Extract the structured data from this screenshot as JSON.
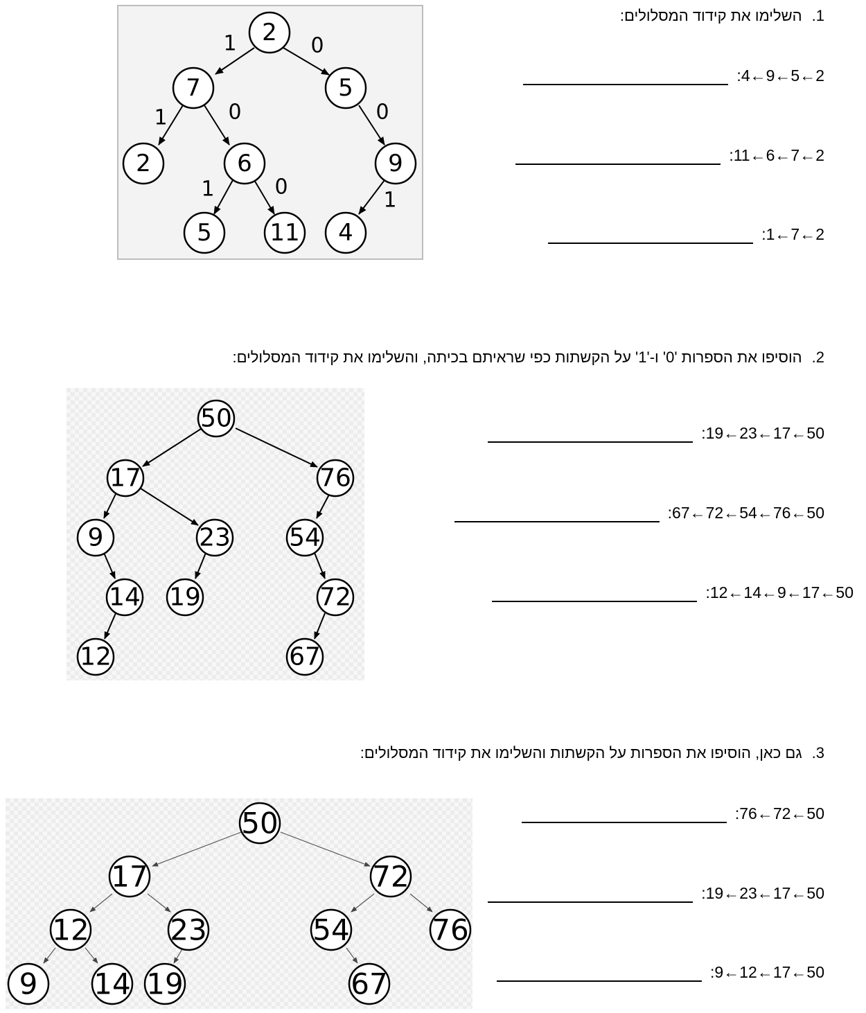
{
  "q1": {
    "number": "1.",
    "title": "השלימו את קידוד המסלולים:",
    "paths": [
      "2←5←9←4:",
      "2←7←6←11:",
      "2←7←1:"
    ],
    "tree": {
      "nodes": [
        "2",
        "7",
        "5",
        "2",
        "6",
        "9",
        "5",
        "11",
        "4"
      ],
      "edge_labels": [
        "1",
        "0",
        "1",
        "0",
        "0",
        "1",
        "0",
        "1"
      ]
    }
  },
  "q2": {
    "number": "2.",
    "title": "הוסיפו את הספרות '0' ו-'1' על הקשתות כפי שראיתם בכיתה, והשלימו את קידוד המסלולים:",
    "paths": [
      "50←17←23←19:",
      "50←76←54←72←67:",
      "50←17←9←14←12:"
    ],
    "tree": {
      "nodes": [
        "50",
        "17",
        "76",
        "9",
        "23",
        "54",
        "14",
        "19",
        "72",
        "12",
        "67"
      ]
    }
  },
  "q3": {
    "number": "3.",
    "title": "גם כאן, הוסיפו את הספרות על הקשתות והשלימו את קידוד המסלולים:",
    "paths": [
      "50←72←76:",
      "50←17←23←19:",
      "50←17←12←9:"
    ],
    "tree": {
      "nodes": [
        "50",
        "17",
        "72",
        "12",
        "23",
        "54",
        "76",
        "9",
        "14",
        "19",
        "67"
      ]
    }
  }
}
